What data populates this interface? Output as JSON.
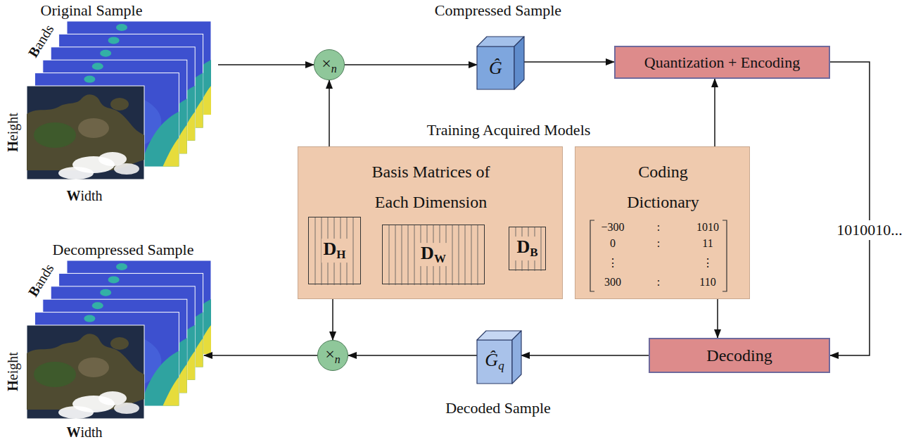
{
  "diagram": {
    "nodes": [
      {
        "text": [
          "Original Sample",
          "Bands",
          "Height",
          "Width"
        ]
      },
      {
        "text": [
          "×",
          "n"
        ]
      },
      {
        "text": [
          "Compressed Sample",
          "Ĝ"
        ]
      },
      {
        "text": [
          "Quantization + Encoding"
        ]
      },
      {
        "text": [
          "Basis Matrices of Each Dimension"
        ]
      },
      {
        "text": [
          "D",
          "H"
        ],
        "in": 4
      },
      {
        "text": [
          "D",
          "W"
        ],
        "in": 4
      },
      {
        "text": [
          "D",
          "B"
        ],
        "in": 4
      },
      {
        "text": [
          "Coding Dictionary",
          "−300",
          ":",
          "1010",
          "0",
          ":",
          "11",
          "⋮",
          "⋮",
          "300",
          ":",
          "110"
        ]
      },
      {
        "text": [
          "Decoding"
        ]
      },
      {
        "text": [
          "Ĝ",
          "q",
          "Decoded Sample"
        ]
      },
      {
        "text": [
          "×",
          "n"
        ]
      },
      {
        "text": [
          "Decompressed Sample",
          "Bands",
          "Height",
          "Width"
        ]
      }
    ],
    "edges": [
      {
        "from": 0,
        "to": 1,
        "arrow": "to"
      },
      {
        "from": 1,
        "to": 2,
        "arrow": "to"
      },
      {
        "from": 2,
        "to": 3,
        "arrow": "to"
      },
      {
        "from": 4,
        "to": 1,
        "arrow": "to"
      },
      {
        "from": 8,
        "to": 3,
        "arrow": "to"
      },
      {
        "from": 3,
        "to": 9,
        "arrow": "to",
        "label": "1010010..."
      },
      {
        "from": 8,
        "to": 9,
        "arrow": "to"
      },
      {
        "from": 9,
        "to": 10,
        "arrow": "to"
      },
      {
        "from": 10,
        "to": 11,
        "arrow": "to"
      },
      {
        "from": 4,
        "to": 11,
        "arrow": "to"
      },
      {
        "from": 11,
        "to": 12,
        "arrow": "to"
      }
    ],
    "labels": [
      "Training Acquired Models"
    ]
  }
}
